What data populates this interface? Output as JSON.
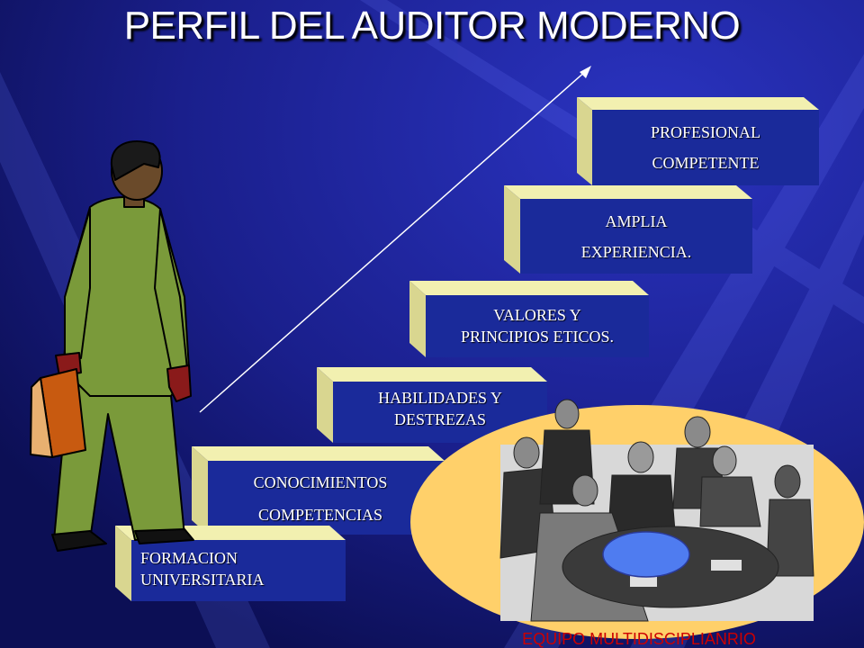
{
  "slide": {
    "title": "PERFIL DEL AUDITOR MODERNO",
    "steps": [
      {
        "line1": "FORMACION",
        "line2": "UNIVERSITARIA"
      },
      {
        "line1": "CONOCIMIENTOS",
        "line2": "COMPETENCIAS"
      },
      {
        "line1": "HABILIDADES Y",
        "line2": "DESTREZAS"
      },
      {
        "line1": "VALORES Y",
        "line2": "PRINCIPIOS ETICOS."
      },
      {
        "line1": "AMPLIA",
        "line2": "EXPERIENCIA."
      },
      {
        "line1": "PROFESIONAL",
        "line2": "COMPETENTE"
      }
    ],
    "team_label": "EQUIPO MULTIDISCIPLIANRIO"
  },
  "colors": {
    "background": "#1a1f8c",
    "step_top": "#f2f0b0",
    "step_face": "#1a2a9a",
    "figure_suit": "#7a9a3a",
    "team_ellipse": "#ffd06a",
    "team_label": "#cc0000"
  },
  "icons": [
    "businessman-figure-icon",
    "briefcase-icon",
    "meeting-group-icon",
    "growth-arrow-icon"
  ]
}
